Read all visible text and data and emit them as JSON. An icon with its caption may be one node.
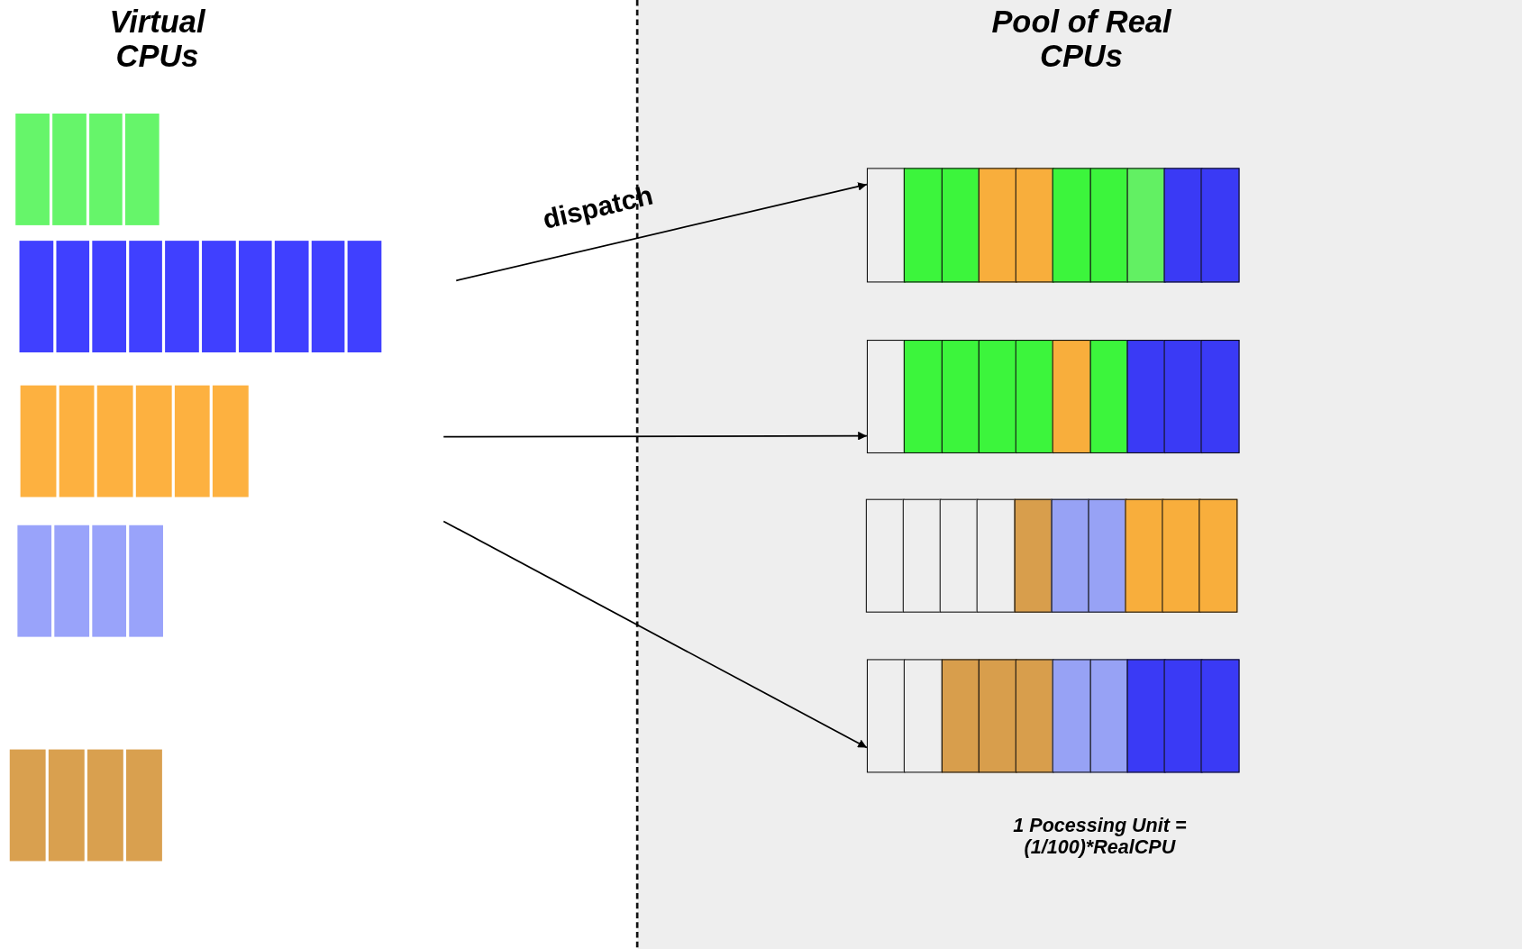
{
  "diagram": {
    "nodes": [
      {
        "text": [],
        "shape": "bar"
      },
      {
        "text": [],
        "shape": "bar"
      },
      {
        "text": [],
        "shape": "bar"
      },
      {
        "text": [],
        "shape": "bar"
      }
    ],
    "edges": [
      {
        "from": null,
        "to": 0,
        "arrow": "to",
        "label": "dispatch"
      },
      {
        "from": null,
        "to": 1,
        "arrow": "to"
      },
      {
        "from": null,
        "to": 3,
        "arrow": "to"
      }
    ],
    "labels": [
      "Virtual CPUs",
      "Pool of Real CPUs",
      "1 Pocessing Unit = (1/100)*RealCPU"
    ]
  }
}
